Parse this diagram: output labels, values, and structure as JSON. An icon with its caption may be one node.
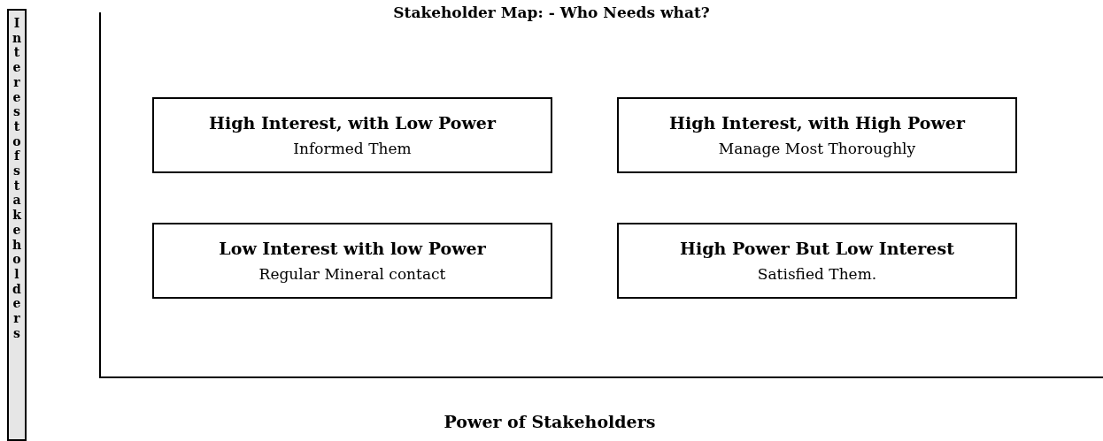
{
  "diagram": {
    "title": "Stakeholder Map: - Who Needs what?",
    "nodes": [
      {
        "text": [
          "Interestofstakeholders"
        ]
      },
      {
        "text": [
          "High Interest, with Low Power",
          "Informed Them"
        ]
      },
      {
        "text": [
          "High Interest, with High Power",
          "Manage Most Thoroughly"
        ]
      },
      {
        "text": [
          "Low Interest with low Power",
          "Regular Mineral contact"
        ]
      },
      {
        "text": [
          "High Power But Low Interest",
          "Satisfied Them."
        ]
      }
    ],
    "labels": [
      "Power of Stakeholders"
    ]
  }
}
